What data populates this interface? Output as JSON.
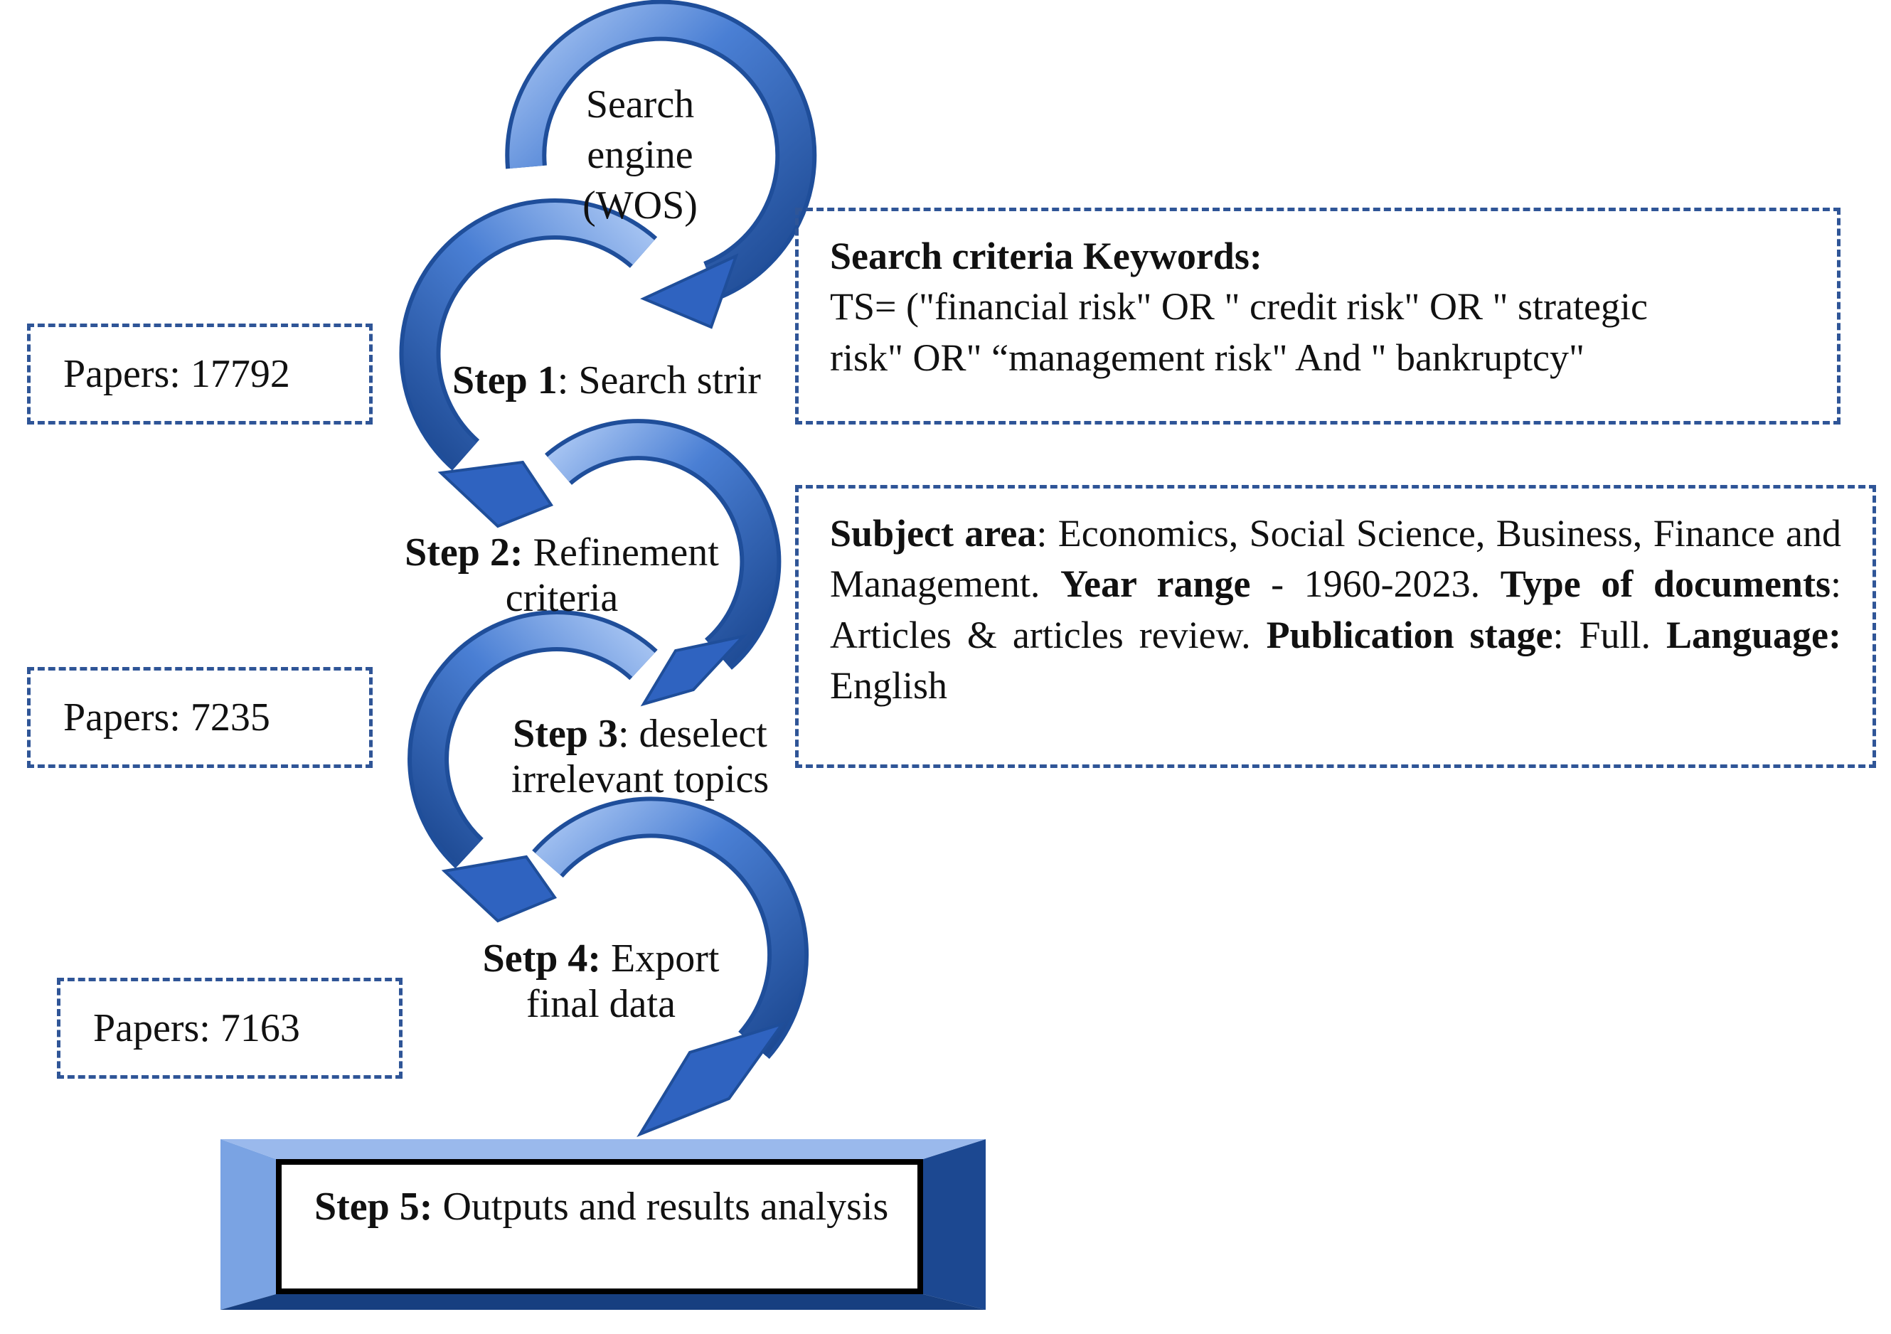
{
  "start": {
    "line1": "Search",
    "line2": "engine",
    "line3": "(WOS)"
  },
  "steps": [
    {
      "label": "Step 1",
      "text": ": Search strir"
    },
    {
      "label": "Step 2:",
      "text": " Refinement",
      "text2": "criteria"
    },
    {
      "label": "Step 3",
      "text": ": deselect",
      "text2": "irrelevant topics"
    },
    {
      "label": "Setp 4:",
      "text": " Export",
      "text2": "final data"
    }
  ],
  "result": {
    "label": "Step 5:",
    "text": " Outputs and results analysis"
  },
  "papers": [
    {
      "text": "Papers: 17792"
    },
    {
      "text": "Papers: 7235"
    },
    {
      "text": "Papers: 7163"
    }
  ],
  "search_criteria": {
    "heading": "Search criteria Keywords:",
    "line1": "TS= (\"financial risk\" OR \" credit risk\" OR \" strategic",
    "line2": "risk\" OR\" “management risk\" And \" bankruptcy\""
  },
  "refinement": {
    "subject_label": "Subject area",
    "subject_text": ": Economics, Social Science, Business, Finance and Management. ",
    "year_label": "Year range",
    "year_text": " - 1960-2023. ",
    "type_label": "Type of documents",
    "type_text": ": Articles & articles review. ",
    "stage_label": "Publication stage",
    "stage_text": ": Full. ",
    "lang_label": "Language:",
    "lang_text": " English"
  },
  "colors": {
    "arrow_light": "#8fb4ee",
    "arrow_mid": "#4a7fd4",
    "arrow_dark": "#1f4e9a",
    "dashed_border": "#2f5597"
  }
}
